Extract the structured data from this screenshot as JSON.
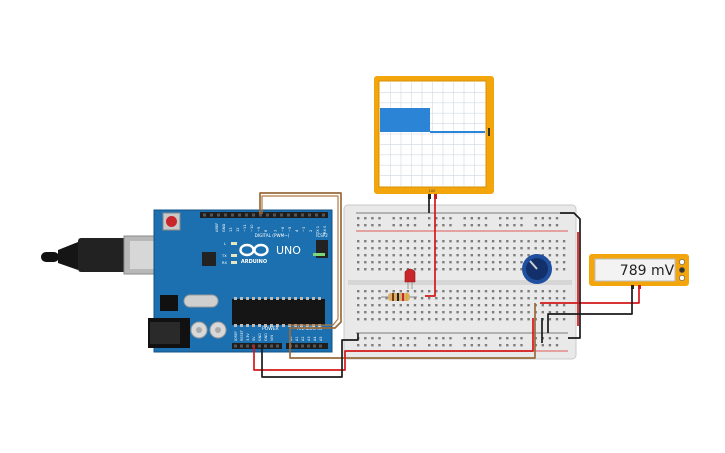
{
  "arduino": {
    "brand": "ARDUINO",
    "model": "UNO",
    "digital_label": "DIGITAL (PWM~)",
    "power_label": "POWER",
    "analog_label": "ANALOG IN",
    "aref_label": "AREF",
    "gnd_label": "GND",
    "tx_label": "TX",
    "rx_label": "RX",
    "l_label": "L",
    "ioref_label": "IOREF",
    "reset_label": "RESET",
    "v33_label": "3.3V",
    "v5_label": "5V",
    "vin_label": "VIN",
    "icsp_label": "ICSP2",
    "digital_pins": [
      "13",
      "12",
      "~11",
      "~10",
      "~9",
      "8",
      "7",
      "~6",
      "~5",
      "4",
      "~3",
      "2",
      "TX 1",
      "RX 0"
    ],
    "analog_pins": [
      "A0",
      "A1",
      "A2",
      "A3",
      "A4",
      "A5"
    ]
  },
  "oscilloscope": {
    "axis_label": "100"
  },
  "multimeter": {
    "reading": "789 mV"
  },
  "colors": {
    "arduino_blue": "#1a6aa8",
    "oscilloscope_frame": "#f2a60c",
    "oscilloscope_trace": "#2b84d6",
    "multimeter_frame": "#f2a60c",
    "wire_red": "#d4181a",
    "wire_black": "#1b1b1b",
    "wire_brown": "#9a6a3a"
  }
}
